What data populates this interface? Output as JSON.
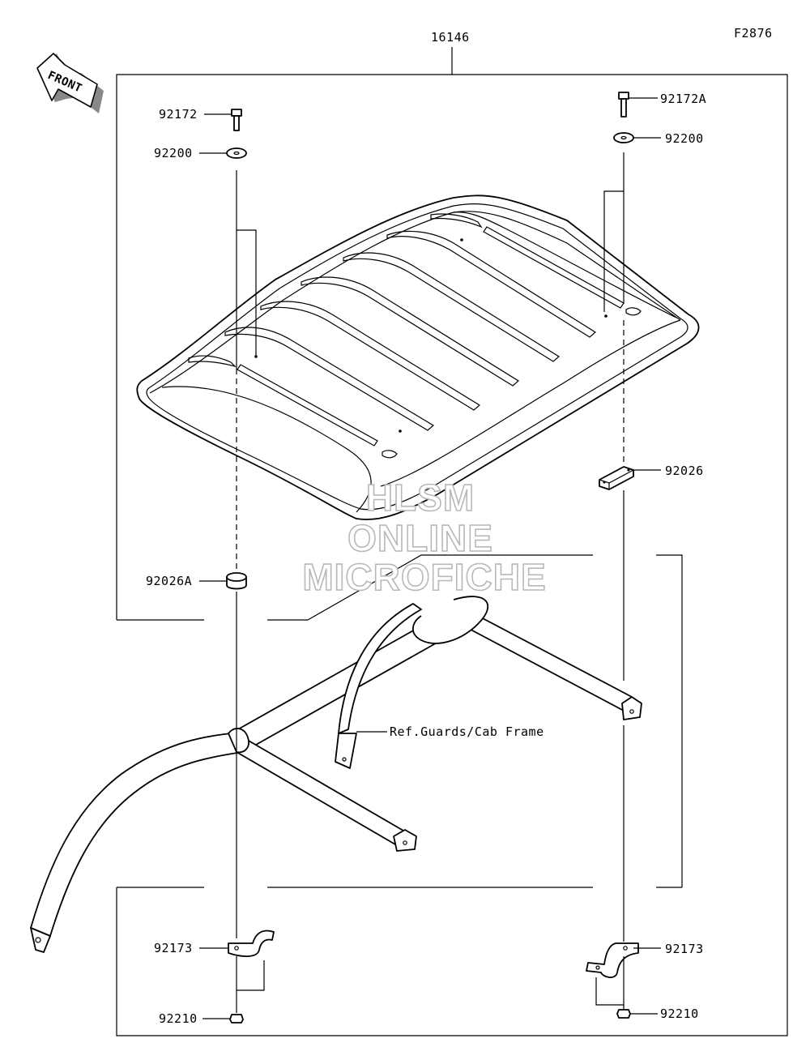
{
  "diagram_code": "F2876",
  "assembly_number": "16146",
  "front_label": "FRONT",
  "reference_text": "Ref.Guards/Cab Frame",
  "watermark": [
    "HLSM",
    "ONLINE",
    "MICROFICHE"
  ],
  "callouts": {
    "bolt_left": "92172",
    "bolt_right": "92172A",
    "washer_left": "92200",
    "washer_right": "92200",
    "rubber_block": "92026",
    "spacer": "92026A",
    "clamp_left": "92173",
    "clamp_right": "92173",
    "nut_left": "92210",
    "nut_right": "92210"
  }
}
